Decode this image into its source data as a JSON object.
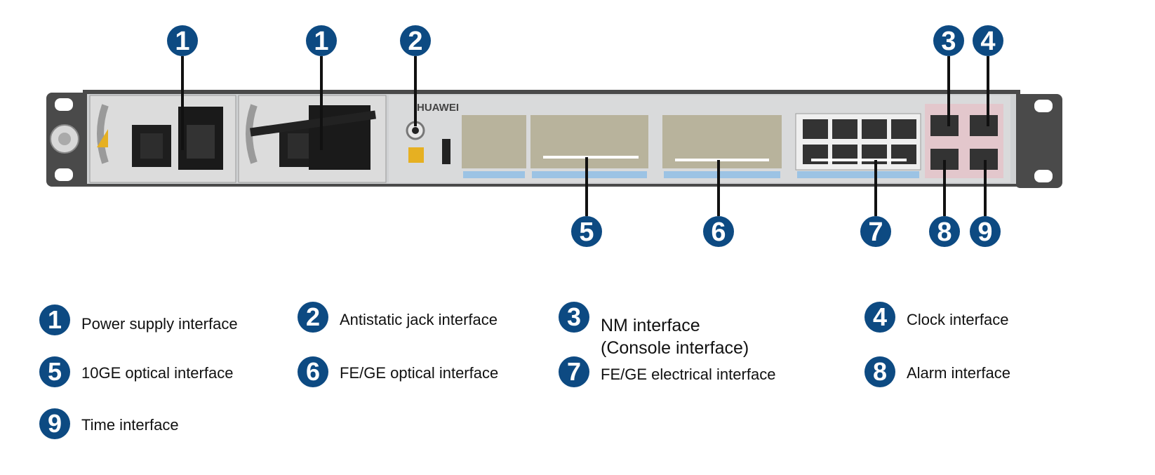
{
  "device": {
    "brand": "HUAWEI"
  },
  "callouts": [
    {
      "num": "1",
      "target": "power-slot-1"
    },
    {
      "num": "1",
      "target": "power-slot-2"
    },
    {
      "num": "2",
      "target": "antistatic-jack"
    },
    {
      "num": "3",
      "target": "nm-port"
    },
    {
      "num": "4",
      "target": "clock-port"
    },
    {
      "num": "5",
      "target": "sfp-10ge"
    },
    {
      "num": "6",
      "target": "sfp-fege"
    },
    {
      "num": "7",
      "target": "rj45-fege"
    },
    {
      "num": "8",
      "target": "alarm-port"
    },
    {
      "num": "9",
      "target": "time-port"
    }
  ],
  "legend": [
    {
      "num": "1",
      "text": "Power supply interface"
    },
    {
      "num": "2",
      "text": "Antistatic jack interface"
    },
    {
      "num": "3",
      "text": "NM interface\n(Console interface)"
    },
    {
      "num": "4",
      "text": "Clock interface"
    },
    {
      "num": "5",
      "text": "10GE optical interface"
    },
    {
      "num": "6",
      "text": "FE/GE optical interface"
    },
    {
      "num": "7",
      "text": "FE/GE electrical interface"
    },
    {
      "num": "8",
      "text": "Alarm interface"
    },
    {
      "num": "9",
      "text": "Time interface"
    }
  ],
  "colors": {
    "callout": "#0d4a82",
    "chassis": "#4a4a4a",
    "panel": "#cfd1d3",
    "port_label_bar": "#9cc3e4",
    "cage": "#b8b39c"
  }
}
